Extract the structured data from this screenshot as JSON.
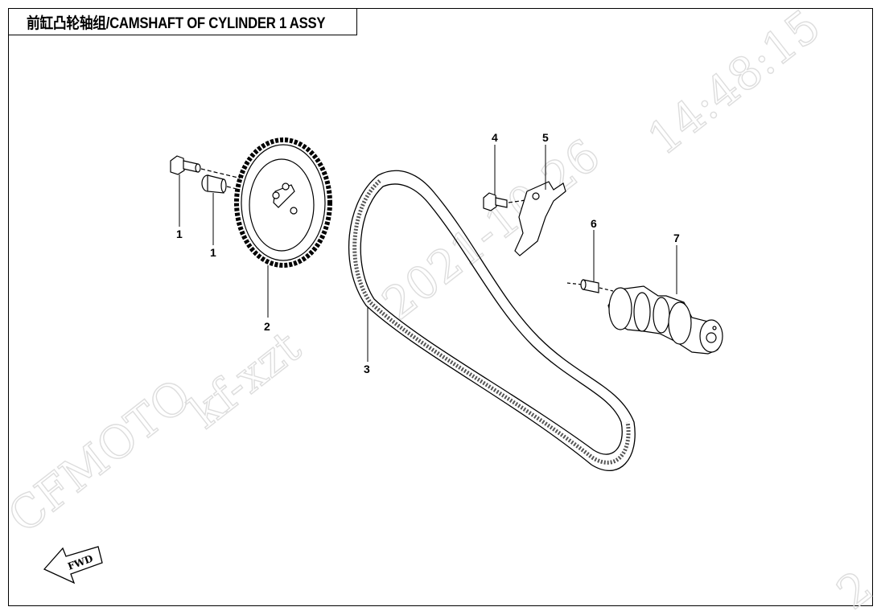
{
  "title": "前缸凸轮轴组/CAMSHAFT OF CYLINDER 1 ASSY",
  "callouts": {
    "bolt_a": "1",
    "bolt_b": "1",
    "sprocket": "2",
    "chain": "3",
    "bolt_small": "4",
    "guide_plate": "5",
    "pin": "6",
    "camshaft": "7"
  },
  "watermarks": {
    "brand": "CFMOTO",
    "user": "kf-xzt",
    "date": "2021-10-26",
    "time": "14:48:15",
    "corner": "2"
  },
  "direction_badge": "FWD",
  "colors": {
    "line": "#000000",
    "watermark": "#dddddd",
    "background": "#ffffff"
  }
}
